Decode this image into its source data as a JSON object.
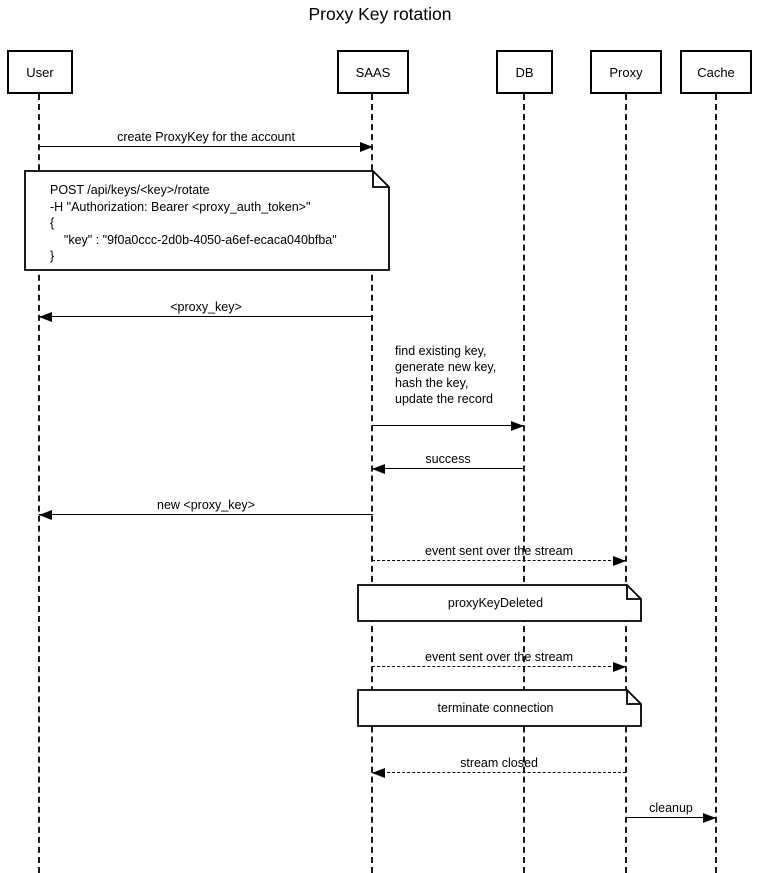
{
  "title": "Proxy Key rotation",
  "participants": [
    {
      "label": "User"
    },
    {
      "label": "SAAS"
    },
    {
      "label": "DB"
    },
    {
      "label": "Proxy"
    },
    {
      "label": "Cache"
    }
  ],
  "messages": [
    {
      "from": "User",
      "to": "SAAS",
      "style": "solid",
      "label": "create ProxyKey for the account"
    },
    {
      "from": "SAAS",
      "to": "User",
      "style": "solid",
      "label": "<proxy_key>"
    },
    {
      "from": "SAAS",
      "to": "DB",
      "style": "solid",
      "label": "find existing key,\ngenerate new key,\nhash the key,\nupdate the record"
    },
    {
      "from": "DB",
      "to": "SAAS",
      "style": "solid",
      "label": "success"
    },
    {
      "from": "SAAS",
      "to": "User",
      "style": "solid",
      "label": "new <proxy_key>"
    },
    {
      "from": "SAAS",
      "to": "Proxy",
      "style": "dashed",
      "label": "event sent over the stream"
    },
    {
      "from": "SAAS",
      "to": "Proxy",
      "style": "dashed",
      "label": "event sent over the stream"
    },
    {
      "from": "Proxy",
      "to": "SAAS",
      "style": "dashed",
      "label": "stream closed"
    },
    {
      "from": "Proxy",
      "to": "Cache",
      "style": "solid",
      "label": "cleanup"
    }
  ],
  "notes": [
    {
      "over": "User, SAAS",
      "text": "POST /api/keys/<key>/rotate\n-H \"Authorization: Bearer <proxy_auth_token>\"\n{\n    \"key\" : \"9f0a0ccc-2d0b-4050-a6ef-ecaca040bfba\"\n}"
    },
    {
      "over": "SAAS, Proxy",
      "text": "proxyKeyDeleted"
    },
    {
      "over": "SAAS, Proxy",
      "text": "terminate connection"
    }
  ],
  "colors": {
    "line": "#000000",
    "background": "#ffffff",
    "text": "#000000"
  }
}
